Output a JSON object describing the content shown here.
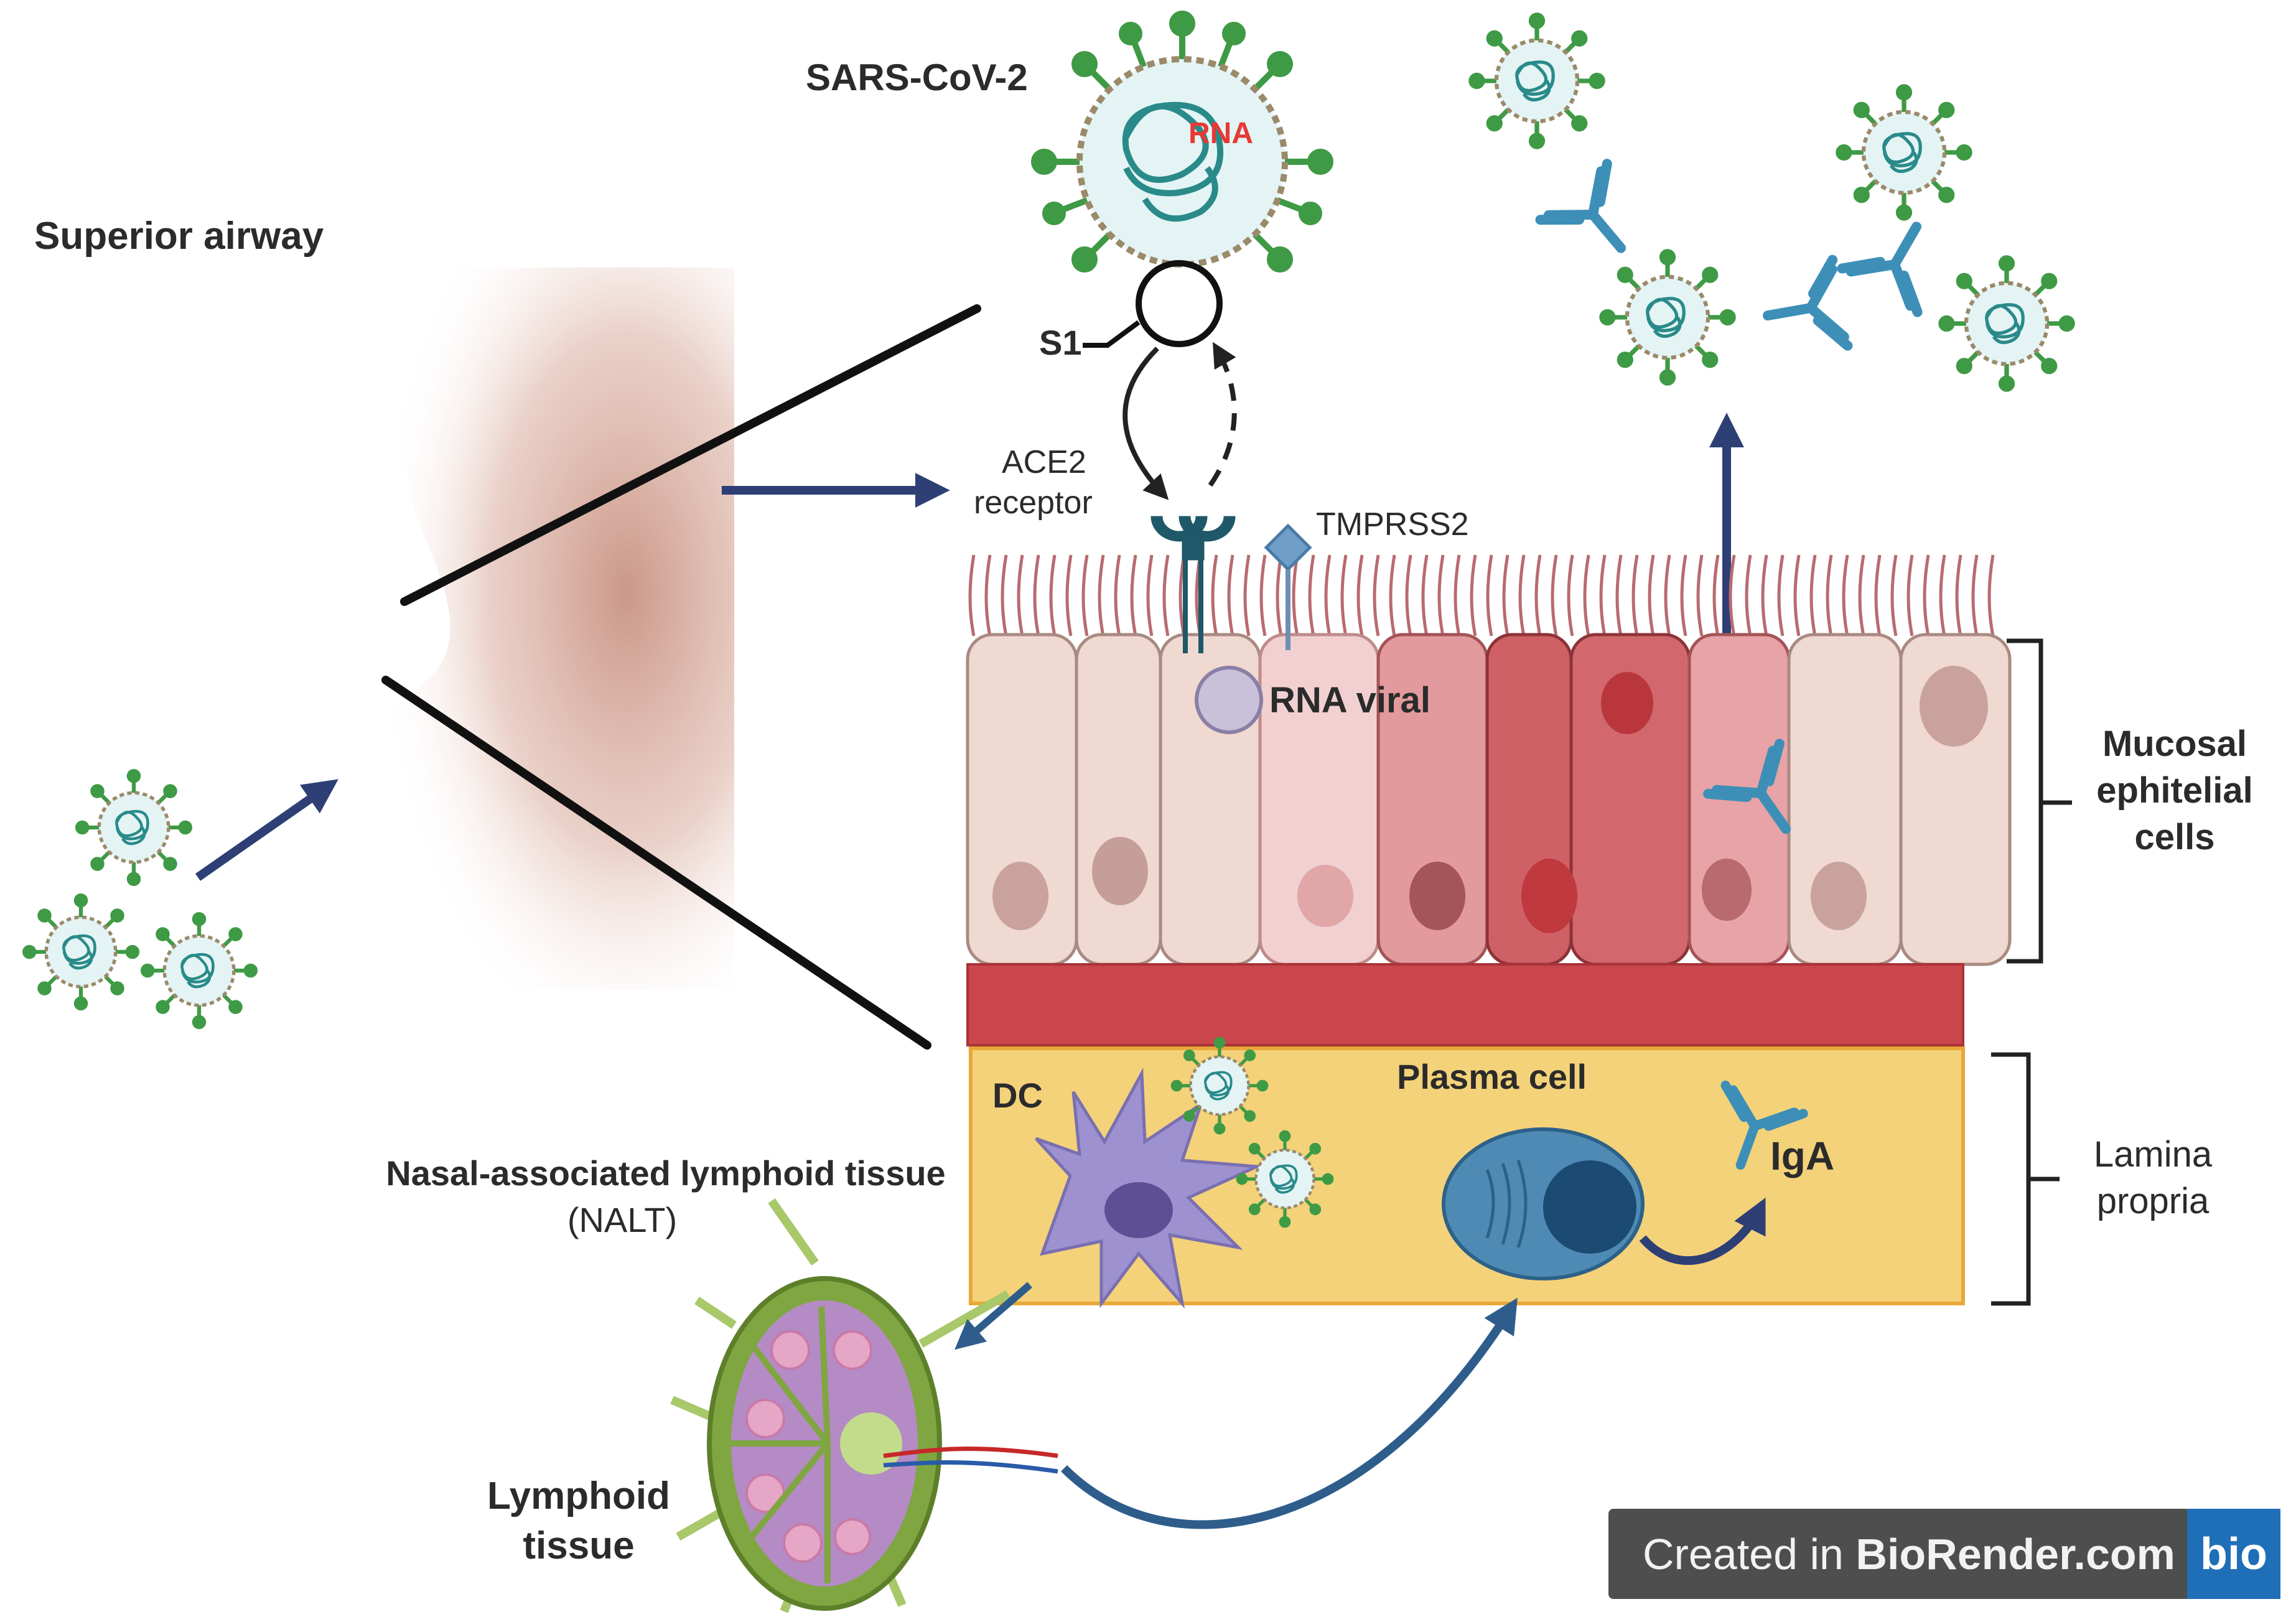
{
  "labels": {
    "superior_airway": "Superior airway",
    "sars_cov_2": "SARS-CoV-2",
    "rna": "RNA",
    "s1": "S1",
    "ace2_line1": "ACE2",
    "ace2_line2": "receptor",
    "tmprss2": "TMPRSS2",
    "rna_viral": "RNA viral",
    "mucosal_line1": "Mucosal",
    "mucosal_line2": "ephitelial",
    "mucosal_line3": "cells",
    "lamina_line1": "Lamina",
    "lamina_line2": "propria",
    "dc": "DC",
    "plasma_cell": "Plasma cell",
    "iga": "IgA",
    "nalt_line1": "Nasal-associated lymphoid tissue",
    "nalt_line2": "(NALT)",
    "lymphoid_line1": "Lymphoid",
    "lymphoid_line2": "tissue"
  },
  "badge": {
    "prefix": "Created in ",
    "brand": "BioRender.com",
    "logo": "bio"
  },
  "colors": {
    "virus_spike": "#3f9a45",
    "virus_body": "#e4f4f4",
    "rna_label": "#e53935",
    "arrow_blue": "#2d3f75",
    "antibody": "#3d8fb8",
    "lamina": "#f4d27a",
    "basement": "#c9474c",
    "cell_tan": "#efd9d1",
    "cell_red": "#cf6066",
    "nalt_green": "#7fa640",
    "nalt_purple": "#b48bc4"
  }
}
